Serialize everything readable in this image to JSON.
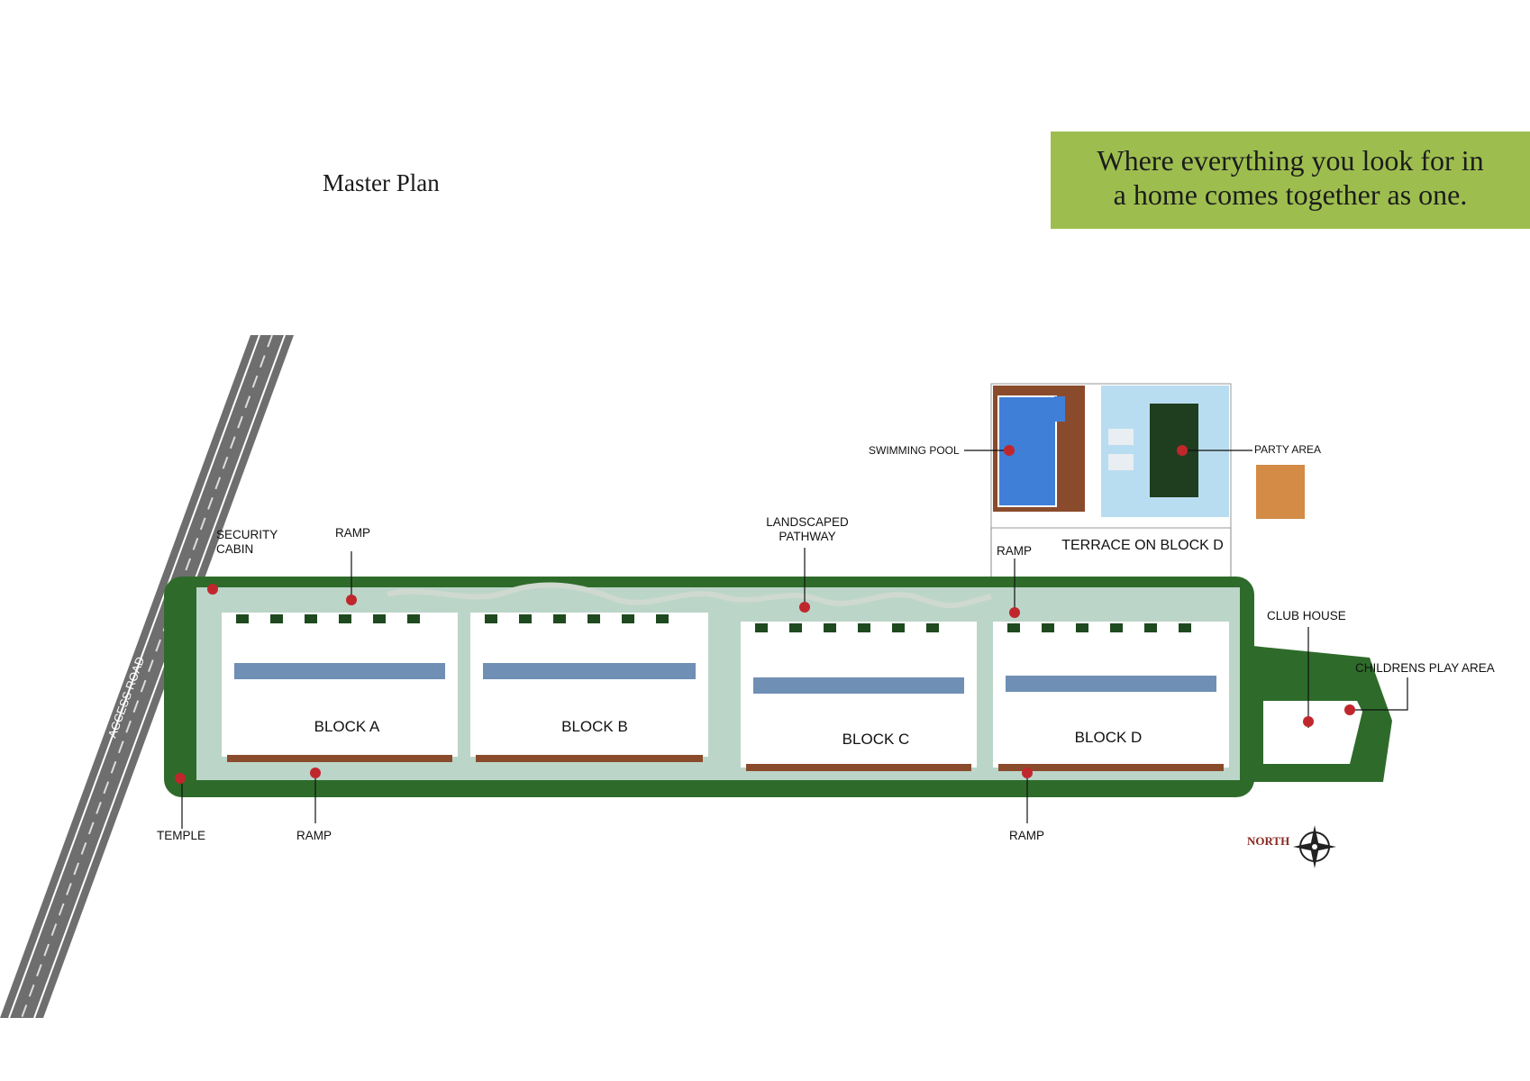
{
  "header": {
    "title": "Master Plan",
    "tagline_line1": "Where everything you look for in",
    "tagline_line2": "a home comes together as one."
  },
  "plan": {
    "road_label": "ACCESS ROAD",
    "blocks": [
      "BLOCK A",
      "BLOCK B",
      "BLOCK C",
      "BLOCK D"
    ],
    "terrace_label": "TERRACE ON BLOCK D",
    "labels": {
      "security_cabin_1": "SECURITY",
      "security_cabin_2": "CABIN",
      "ramp": "RAMP",
      "landscaped_pathway_1": "LANDSCAPED",
      "landscaped_pathway_2": "PATHWAY",
      "swimming_pool": "SWIMMING POOL",
      "party_area": "PARTY AREA",
      "club_house": "CLUB HOUSE",
      "childrens_play_area": "CHILDRENS PLAY AREA",
      "temple": "TEMPLE"
    },
    "compass_label": "NORTH"
  },
  "colors": {
    "tagline_bg": "#9dbe4f",
    "greenery": "#2e6b2a",
    "pathway": "#bcd5c9",
    "pool": "#3f7fd8",
    "marker": "#c0272d"
  }
}
